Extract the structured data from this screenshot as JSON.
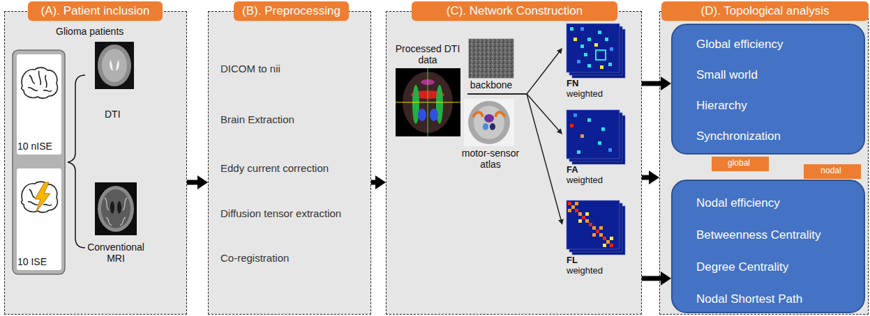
{
  "diagram": {
    "nodes": [
      {
        "text": [
          "(A). Patient inclusion"
        ]
      },
      {
        "text": [
          "10 nISE"
        ],
        "in": 0
      },
      {
        "text": [
          "10 ISE"
        ],
        "in": 0
      },
      {
        "text": [
          "(B). Preprocessing",
          "DICOM to nii",
          "Brain Extraction",
          "Eddy current correction",
          "Diffusion tensor extraction",
          "Co-registration"
        ]
      },
      {
        "text": [
          "(C). Network Construction"
        ]
      },
      {
        "text": [
          "Processed DTI data"
        ],
        "in": 4
      },
      {
        "text": [
          "FN",
          "weighted"
        ],
        "in": 4
      },
      {
        "text": [
          "FA",
          "weighted"
        ],
        "in": 4
      },
      {
        "text": [
          "FL",
          "weighted"
        ],
        "in": 4
      },
      {
        "text": [
          "(D). Topological analysis"
        ]
      },
      {
        "text": [
          "Global efficiency",
          "Small world",
          "Hierarchy",
          "Synchronization"
        ],
        "in": 9
      },
      {
        "text": [
          "global"
        ],
        "in": 9
      },
      {
        "text": [
          "nodal"
        ],
        "in": 9
      },
      {
        "text": [
          "Nodal efficiency",
          "Betweenness Centrality",
          "Degree Centrality",
          "Nodal Shortest Path"
        ],
        "in": 9
      }
    ],
    "edges": [
      {
        "from": 0,
        "to": 3,
        "arrow": "to"
      },
      {
        "from": 3,
        "to": 4,
        "arrow": "to"
      },
      {
        "from": 4,
        "to": 10,
        "arrow": "to"
      },
      {
        "from": 4,
        "to": 9,
        "arrow": "to"
      },
      {
        "from": 4,
        "to": 13,
        "arrow": "to"
      },
      {
        "from": 5,
        "to": 6,
        "arrow": "to"
      },
      {
        "from": 5,
        "to": 7,
        "arrow": "to"
      },
      {
        "from": 5,
        "to": 8,
        "arrow": "to"
      }
    ],
    "labels": [
      "Glioma patients",
      "DTI",
      "Conventional MRI",
      "backbone",
      "motor-sensor atlas"
    ]
  }
}
